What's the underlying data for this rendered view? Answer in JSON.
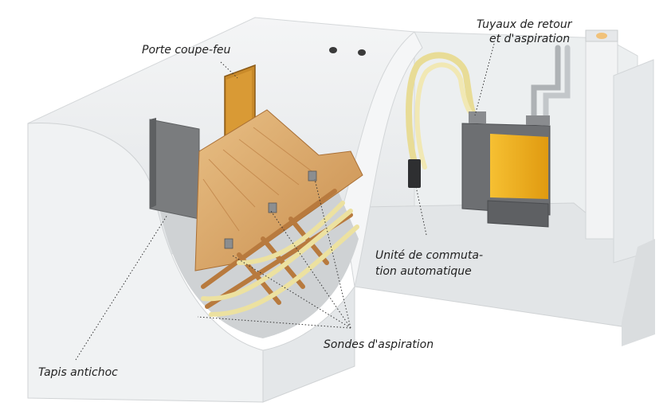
{
  "labels": {
    "fire_door": "Porte coupe-feu",
    "pipes_line1": "Tuyaux de retour",
    "pipes_line2": "et d'aspiration",
    "switch_line1": "Unité de commuta-",
    "switch_line2": "tion automatique",
    "probes": "Sondes d'aspiration",
    "mat": "Tapis antichoc"
  },
  "colors": {
    "wall_light": "#eef0f1",
    "wall_shade": "#dcdfe1",
    "floor": "#e4e6e8",
    "wood": "#d9a86a",
    "wood_dark": "#b87a3e",
    "unit_grey": "#6e7072",
    "unit_yellow": "#f0b020",
    "pipe_yellow": "#efe3a0",
    "leader_line": "#333333"
  }
}
